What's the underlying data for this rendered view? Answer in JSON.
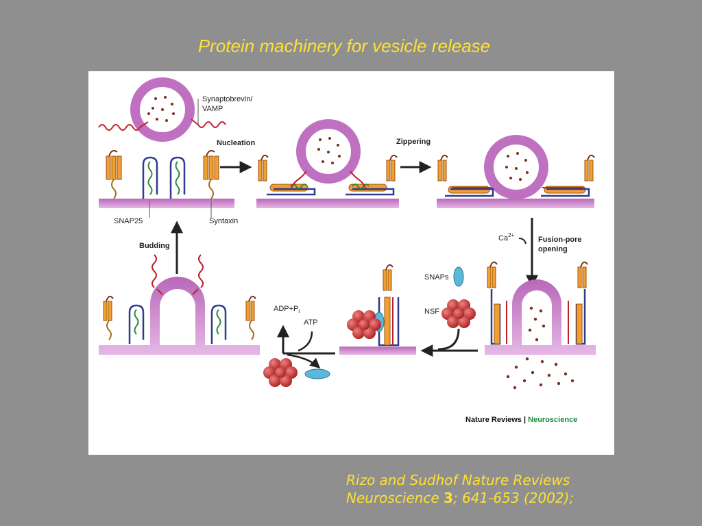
{
  "slide": {
    "title": "Protein machinery for vesicle release"
  },
  "figure": {
    "labels": {
      "synaptobrevin_line1": "Synaptobrevin/",
      "synaptobrevin_line2": "VAMP",
      "snap25": "SNAP25",
      "syntaxin": "Syntaxin",
      "nucleation": "Nucleation",
      "zippering": "Zippering",
      "ca": "Ca",
      "ca_superscript": "2+",
      "fusion_pore_line1": "Fusion-pore",
      "fusion_pore_line2": "opening",
      "snaps": "SNAPs",
      "nsf": "NSF",
      "adp": "ADP+P",
      "adp_subscript": "i",
      "atp": "ATP",
      "budding": "Budding",
      "journal_name": "Nature Reviews",
      "journal_separator": " | ",
      "journal_section": "Neuroscience"
    },
    "colors": {
      "membrane": "#c97fc9",
      "vesicle": "#b85cb8",
      "vesicle_dots": "#7a2e1e",
      "synaptobrevin": "#c0202a",
      "syntaxin": "#f0a030",
      "snap25_blue": "#2e3a8c",
      "snap25_green": "#2e8a3a",
      "nsf": "#c83a3a",
      "snaps": "#5ab8d8",
      "journal_green": "#1a8a3a"
    }
  },
  "citation": {
    "line1": "Rizo and Sudhof Nature Reviews",
    "line2_prefix": "Neuroscience ",
    "volume": "3",
    "line2_suffix": "; 641-653 (2002);"
  }
}
